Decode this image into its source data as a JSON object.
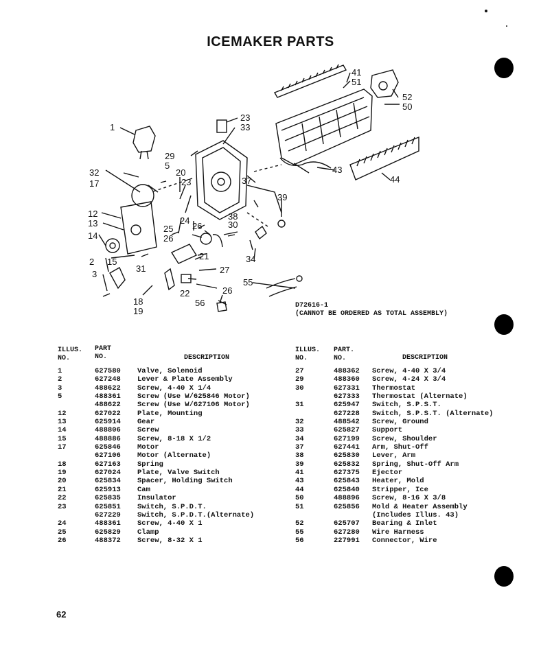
{
  "page": {
    "title": "ICEMAKER PARTS",
    "page_number": "62",
    "drawing_number": "D72616-1",
    "drawing_note": "(CANNOT BE ORDERED AS TOTAL ASSEMBLY)"
  },
  "callouts": [
    "1",
    "5",
    "17",
    "12",
    "13",
    "14",
    "2",
    "15",
    "3",
    "18",
    "19",
    "32",
    "29",
    "23",
    "33",
    "20",
    "23",
    "24",
    "25",
    "26",
    "26",
    "30",
    "38",
    "21",
    "31",
    "27",
    "22",
    "26",
    "55",
    "56",
    "39",
    "34",
    "37",
    "41",
    "51",
    "52",
    "50",
    "43",
    "44"
  ],
  "headers": {
    "illus_line1": "ILLUS.",
    "illus_line2": "NO.",
    "part_line1": "PART",
    "part_line1_right": "PART.",
    "part_line2": "NO.",
    "description": "DESCRIPTION"
  },
  "left_table": [
    {
      "illus": "1",
      "part": "627580",
      "desc": "Valve, Solenoid"
    },
    {
      "illus": "2",
      "part": "627248",
      "desc": "Lever & Plate Assembly"
    },
    {
      "illus": "3",
      "part": "488622",
      "desc": "Screw, 4-40 X 1/4"
    },
    {
      "illus": "5",
      "part": "488361",
      "desc": "Screw (Use W/625846 Motor)"
    },
    {
      "illus": "",
      "part": "488622",
      "desc": "Screw (Use W/627106 Motor)"
    },
    {
      "illus": "12",
      "part": "627022",
      "desc": "Plate, Mounting"
    },
    {
      "illus": "13",
      "part": "625914",
      "desc": "Gear"
    },
    {
      "illus": "14",
      "part": "488806",
      "desc": "Screw"
    },
    {
      "illus": "15",
      "part": "488886",
      "desc": "Screw, 8-18 X 1/2"
    },
    {
      "illus": "17",
      "part": "625846",
      "desc": "Motor"
    },
    {
      "illus": "",
      "part": "627106",
      "desc": "Motor (Alternate)"
    },
    {
      "illus": "18",
      "part": "627163",
      "desc": "Spring"
    },
    {
      "illus": "19",
      "part": "627024",
      "desc": "Plate, Valve Switch"
    },
    {
      "illus": "20",
      "part": "625834",
      "desc": "Spacer, Holding Switch"
    },
    {
      "illus": "21",
      "part": "625913",
      "desc": "Cam"
    },
    {
      "illus": "22",
      "part": "625835",
      "desc": "Insulator"
    },
    {
      "illus": "23",
      "part": "625851",
      "desc": "Switch, S.P.D.T."
    },
    {
      "illus": "",
      "part": "627229",
      "desc": "Switch, S.P.D.T.(Alternate)"
    },
    {
      "illus": "24",
      "part": "488361",
      "desc": "Screw, 4-40 X 1"
    },
    {
      "illus": "25",
      "part": "625829",
      "desc": "Clamp"
    },
    {
      "illus": "26",
      "part": "488372",
      "desc": "Screw, 8-32 X 1"
    }
  ],
  "right_table": [
    {
      "illus": "27",
      "part": "488362",
      "desc": "Screw, 4-40 X 3/4"
    },
    {
      "illus": "29",
      "part": "488360",
      "desc": "Screw, 4-24 X 3/4"
    },
    {
      "illus": "30",
      "part": "627331",
      "desc": "Thermostat"
    },
    {
      "illus": "",
      "part": "627333",
      "desc": "Thermostat (Alternate)"
    },
    {
      "illus": "31",
      "part": "625947",
      "desc": "Switch, S.P.S.T."
    },
    {
      "illus": "",
      "part": "627228",
      "desc": "Switch, S.P.S.T. (Alternate)"
    },
    {
      "illus": "32",
      "part": "488542",
      "desc": "Screw, Ground"
    },
    {
      "illus": "33",
      "part": "625827",
      "desc": "Support"
    },
    {
      "illus": "34",
      "part": "627199",
      "desc": "Screw, Shoulder"
    },
    {
      "illus": "37",
      "part": "627441",
      "desc": "Arm, Shut-Off"
    },
    {
      "illus": "38",
      "part": "625830",
      "desc": "Lever, Arm"
    },
    {
      "illus": "39",
      "part": "625832",
      "desc": "Spring, Shut-Off Arm"
    },
    {
      "illus": "41",
      "part": "627375",
      "desc": "Ejector"
    },
    {
      "illus": "43",
      "part": "625843",
      "desc": "Heater, Mold"
    },
    {
      "illus": "44",
      "part": "625840",
      "desc": "Stripper, Ice"
    },
    {
      "illus": "50",
      "part": "488896",
      "desc": "Screw, 8-16 X 3/8"
    },
    {
      "illus": "51",
      "part": "625856",
      "desc": "Mold & Heater Assembly"
    },
    {
      "illus": "",
      "part": "",
      "desc": "(Includes Illus. 43)"
    },
    {
      "illus": "52",
      "part": "625707",
      "desc": "Bearing & Inlet"
    },
    {
      "illus": "55",
      "part": "627280",
      "desc": "Wire Harness"
    },
    {
      "illus": "56",
      "part": "227991",
      "desc": "Connector, Wire"
    }
  ]
}
